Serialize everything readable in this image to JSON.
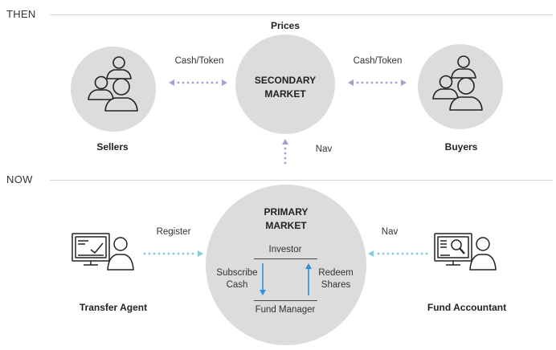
{
  "then_section": {
    "label": "THEN",
    "prices_label": "Prices",
    "market_title_line1": "SECONDARY",
    "market_title_line2": "MARKET",
    "left_flow_label": "Cash/Token",
    "right_flow_label": "Cash/Token",
    "sellers_label": "Sellers",
    "buyers_label": "Buyers",
    "nav_label": "Nav"
  },
  "now_section": {
    "label": "NOW",
    "market_title_line1": "PRIMARY",
    "market_title_line2": "MARKET",
    "register_label": "Register",
    "nav_label": "Nav",
    "investor_label": "Investor",
    "fund_manager_label": "Fund Manager",
    "subscribe_line1": "Subscribe",
    "subscribe_line2": "Cash",
    "redeem_line1": "Redeem",
    "redeem_line2": "Shares",
    "transfer_agent_label": "Transfer Agent",
    "fund_accountant_label": "Fund Accountant"
  },
  "colors": {
    "circle_fill": "#dcdcdc",
    "then_arrow": "#a99bd6",
    "now_arrow": "#7fcfd3",
    "inner_arrow": "#2f8fd6",
    "divider": "#d6d6d6"
  }
}
